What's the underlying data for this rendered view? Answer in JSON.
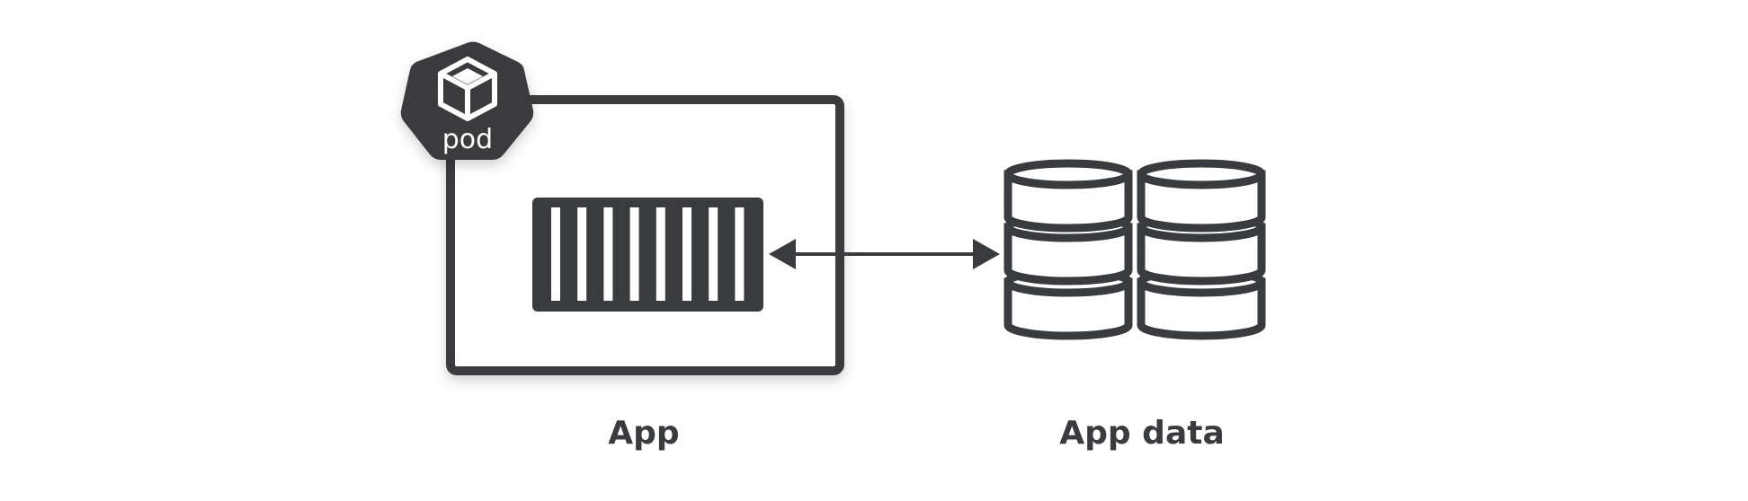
{
  "diagram": {
    "pod_badge": {
      "text": "pod",
      "icon": "cube-icon"
    },
    "app_label": "App",
    "data_label": "App data",
    "connector": "bidirectional-arrow",
    "colors": {
      "stroke": "#3a3b3e",
      "background": "#ffffff",
      "inverse": "#ffffff"
    }
  }
}
